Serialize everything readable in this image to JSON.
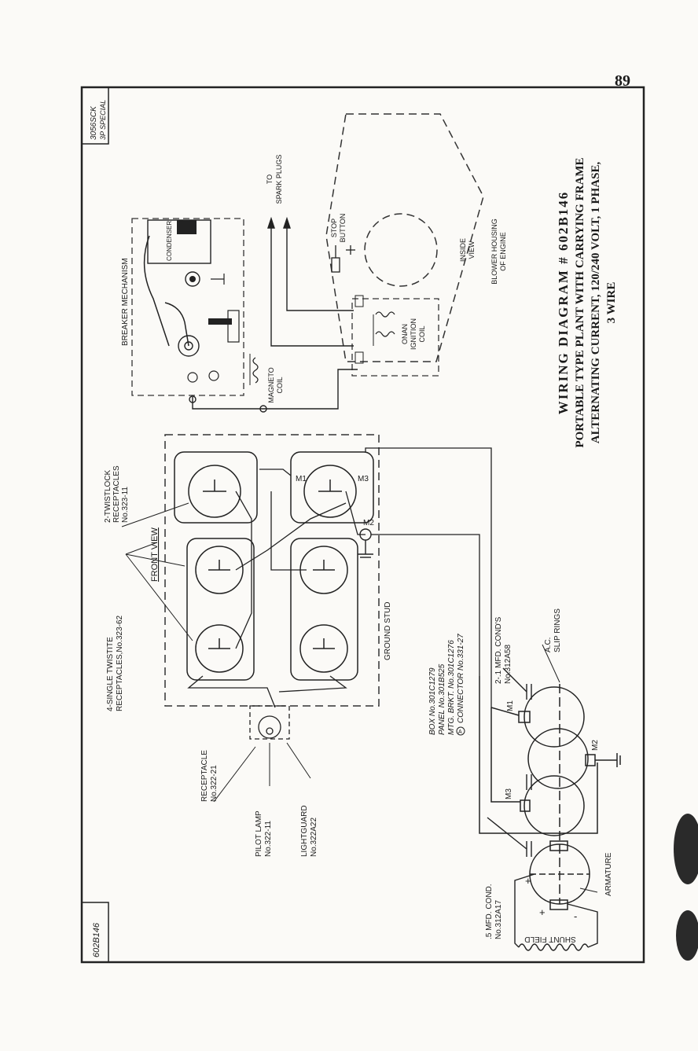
{
  "page_number": "89",
  "corner_top": "3056SCK",
  "corner_top2": "3P SPECIAL",
  "corner_bottom": "602B146",
  "title": {
    "line1": "WIRING  DIAGRAM   # 602B146",
    "line2": "PORTABLE TYPE PLANT WITH CARRYING FRAME",
    "line3": "ALTERNATING CURRENT, 120/240 VOLT, 1 PHASE,",
    "line4": "3 WIRE"
  },
  "labels": {
    "to_spark_plugs_1": "TO",
    "to_spark_plugs_2": "SPARK PLUGS",
    "stop_button_1": "STOP",
    "stop_button_2": "BUTTON",
    "inside_view_1": "INSIDE",
    "inside_view_2": "VIEW",
    "blower_1": "BLOWER HOUSING",
    "blower_2": "OF ENGINE",
    "onan_1": "ONAN",
    "onan_2": "IGNITION",
    "onan_3": "COIL",
    "breaker": "BREAKER MECHANISM",
    "condenser": "CONDENSER",
    "magneto_1": "MAGNETO",
    "magneto_2": "COIL",
    "twistlock_1": "2-TWISTLOCK",
    "twistlock_2": "RECEPTACLES",
    "twistlock_3": "No.323-11",
    "single_1": "4-SINGLE TWISTITE",
    "single_2": "RECEPTACLES,No.323-62",
    "front_view": "FRONT VIEW",
    "ground_stud": "GROUND STUD",
    "box_1": "BOX No.301C1279",
    "box_2": "PANEL No.301B525",
    "box_3": "MTG. BRKT. No.301C1276",
    "box_4": "CONNECTOR No.331-27",
    "box_4_marker": "A",
    "cond2_1": "2-.1 MFD. COND'S",
    "cond2_2": "No.312A58",
    "slip_1": "A.C.",
    "slip_2": "SLIP RINGS",
    "receptacle_1": "RECEPTACLE",
    "receptacle_2": "No.322-21",
    "pilot_1": "PILOT LAMP",
    "pilot_2": "No.322-11",
    "lightguard_1": "LIGHTGUARD",
    "lightguard_2": "No.322A22",
    "cond5_1": ".5 MFD. COND.",
    "cond5_2": "No.312A17",
    "armature": "ARMATURE",
    "shunt": "SHUNT FIELD",
    "m1": "M1",
    "m2": "M2",
    "m3": "M3",
    "plus": "+",
    "minus": "-"
  }
}
